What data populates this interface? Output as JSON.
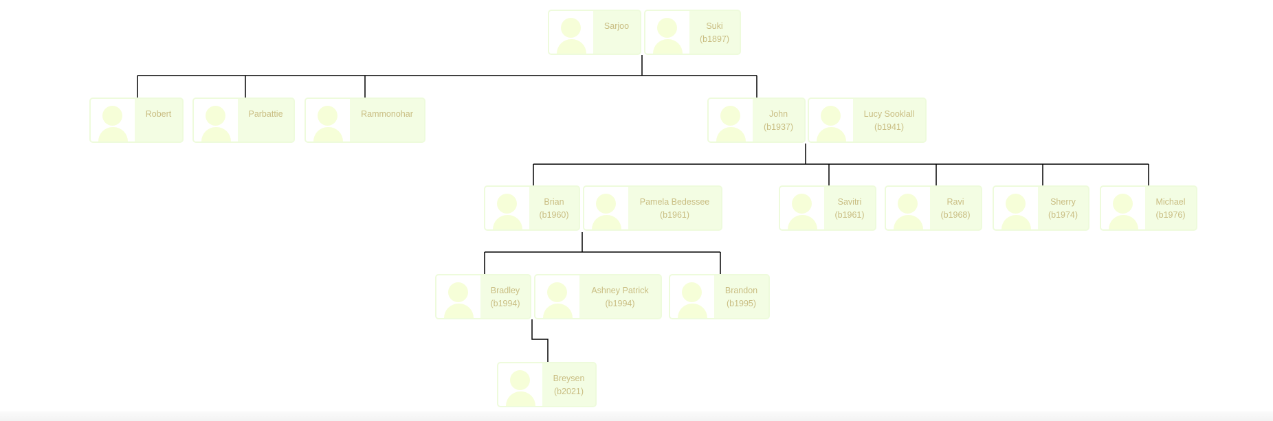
{
  "colors": {
    "card_bg": "#f3fde3",
    "card_border": "#eefbdc",
    "text": "#c9bd82",
    "line": "#000000"
  },
  "people": [
    {
      "id": "sarjoo",
      "name": "Sarjoo",
      "birth": ""
    },
    {
      "id": "suki",
      "name": "Suki",
      "birth": "(b1897)"
    },
    {
      "id": "robert",
      "name": "Robert",
      "birth": ""
    },
    {
      "id": "parbattie",
      "name": "Parbattie",
      "birth": ""
    },
    {
      "id": "rammonohar",
      "name": "Rammonohar",
      "birth": ""
    },
    {
      "id": "john",
      "name": "John",
      "birth": "(b1937)"
    },
    {
      "id": "lucy",
      "name": "Lucy Sooklall",
      "birth": "(b1941)"
    },
    {
      "id": "brian",
      "name": "Brian",
      "birth": "(b1960)"
    },
    {
      "id": "pamela",
      "name": "Pamela Bedessee",
      "birth": "(b1961)"
    },
    {
      "id": "savitri",
      "name": "Savitri",
      "birth": "(b1961)"
    },
    {
      "id": "ravi",
      "name": "Ravi",
      "birth": "(b1968)"
    },
    {
      "id": "sherry",
      "name": "Sherry",
      "birth": "(b1974)"
    },
    {
      "id": "michael",
      "name": "Michael",
      "birth": "(b1976)"
    },
    {
      "id": "bradley",
      "name": "Bradley",
      "birth": "(b1994)"
    },
    {
      "id": "ashney",
      "name": "Ashney Patrick",
      "birth": "(b1994)"
    },
    {
      "id": "brandon",
      "name": "Brandon",
      "birth": "(b1995)"
    },
    {
      "id": "breysen",
      "name": "Breysen",
      "birth": "(b2021)"
    }
  ]
}
